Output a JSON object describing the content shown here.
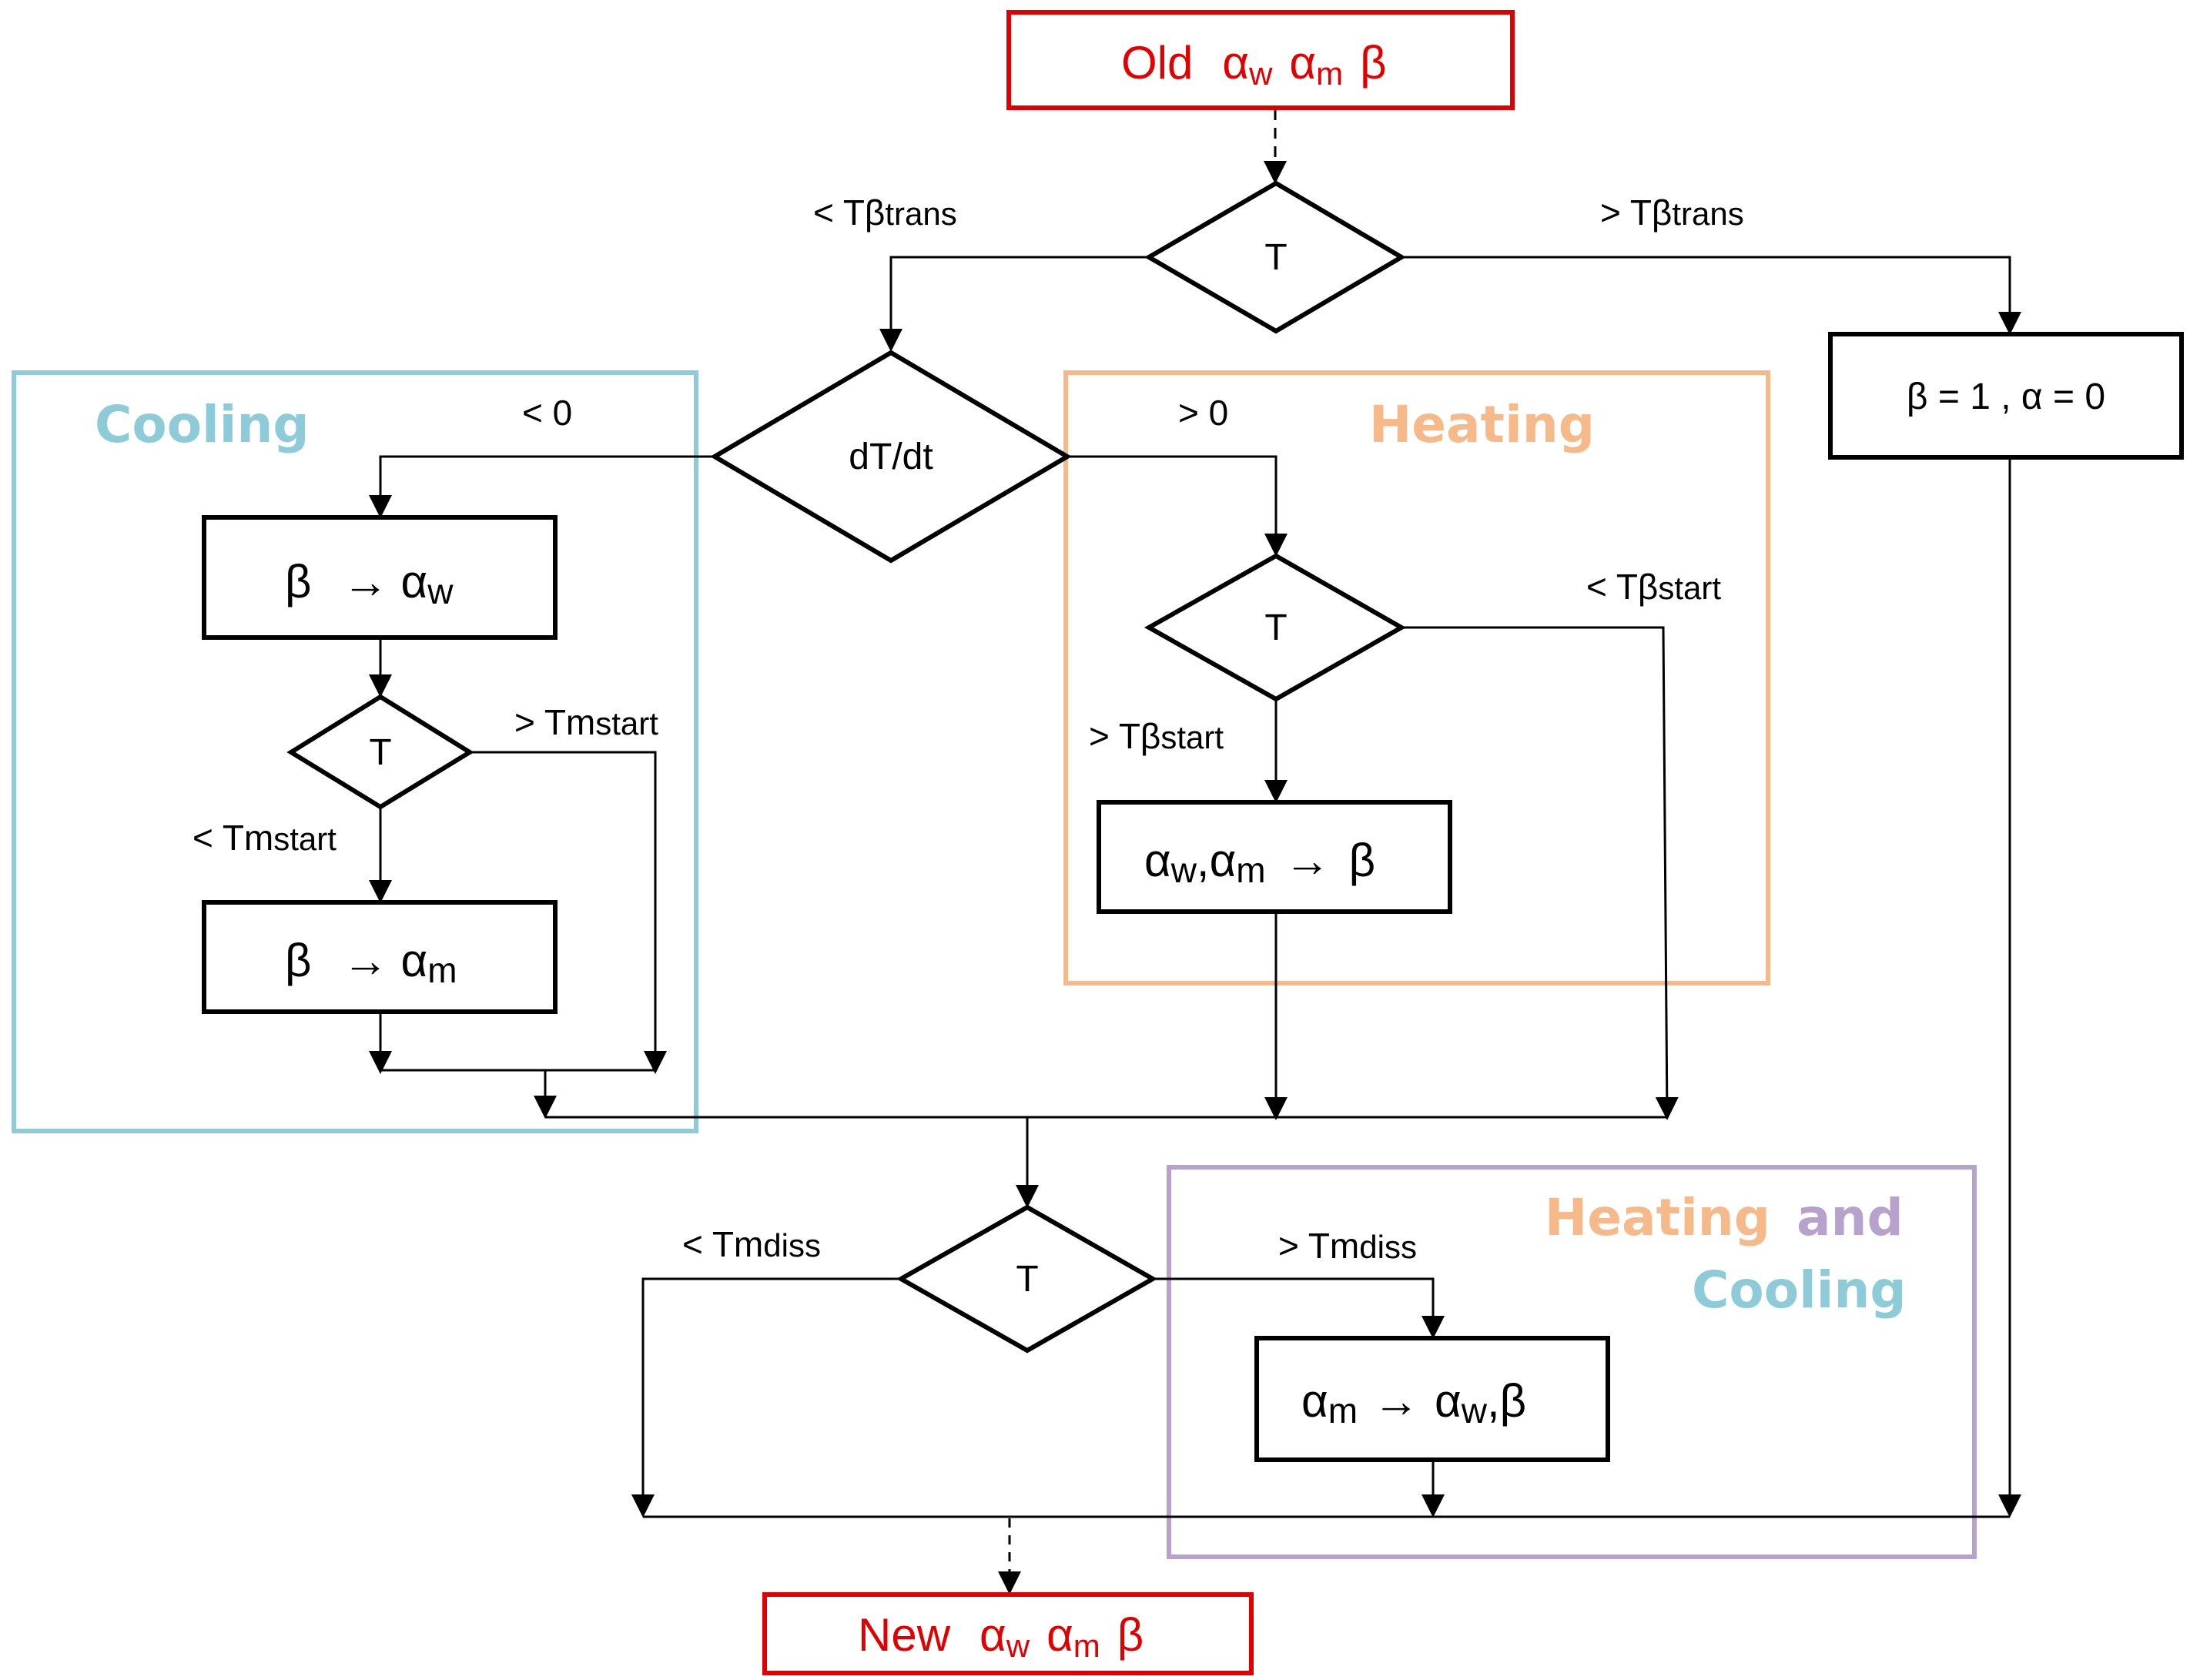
{
  "colors": {
    "cooling": "#8ecbd9",
    "heating": "#f6b98a",
    "combined": "#b7a2cc",
    "io": "#e00000",
    "line": "#000000"
  },
  "symbols": {
    "alpha": "α",
    "beta": "β",
    "arrow": "→"
  },
  "subscripts": {
    "w": "w",
    "m": "m",
    "trans": "trans",
    "start": "start",
    "diss": "diss"
  },
  "input_box": {
    "prefix": "Old"
  },
  "output_box": {
    "prefix": "New"
  },
  "decisions": {
    "top": "T",
    "rate": "dT/dt",
    "heating": "T",
    "cooling": "T",
    "bottom": "T"
  },
  "branch_labels": {
    "lt_prefix": "< T",
    "gt_prefix": "> T",
    "lt_zero": "< 0",
    "gt_zero": "> 0"
  },
  "regions": {
    "cooling": "Cooling",
    "heating": "Heating",
    "combined_heating": "Heating",
    "combined_and": "and",
    "combined_cooling": "Cooling"
  },
  "processes": {
    "beta_one_alpha_zero": "β = 1 , α = 0"
  }
}
